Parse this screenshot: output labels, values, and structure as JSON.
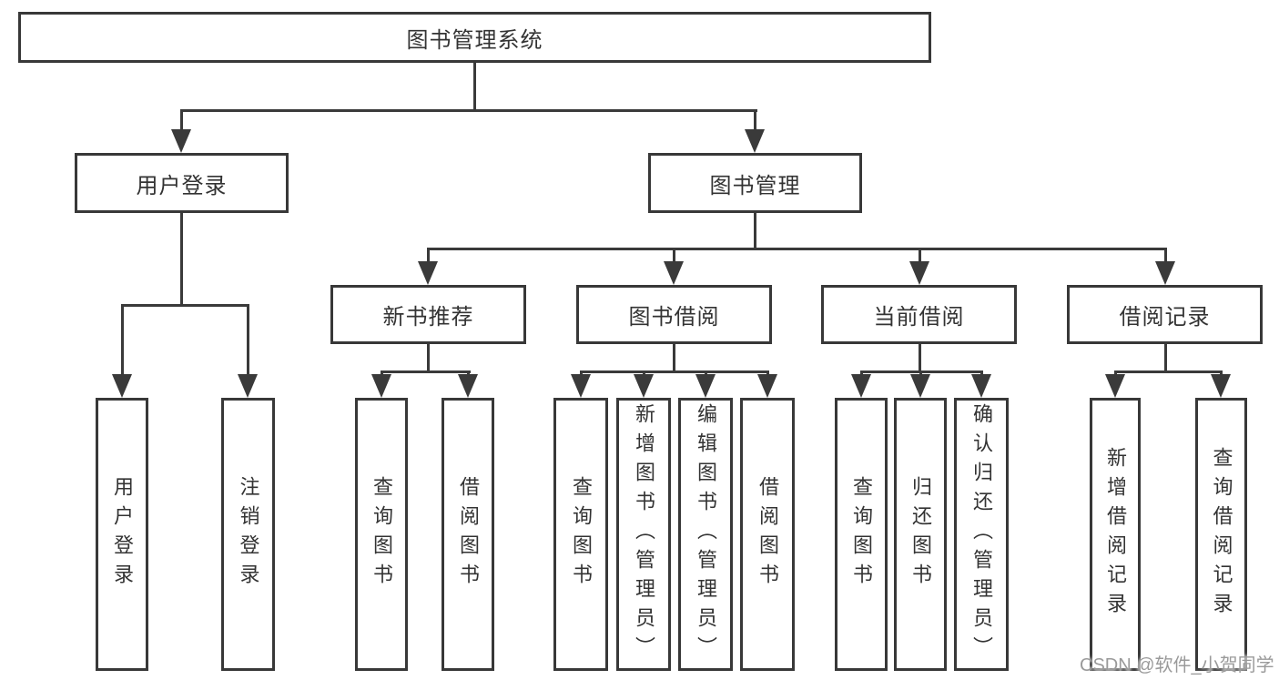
{
  "diagram": {
    "title": "图书管理系统",
    "branches": [
      {
        "label": "用户登录",
        "children": [
          {
            "label": "用户登录"
          },
          {
            "label": "注销登录"
          }
        ]
      },
      {
        "label": "图书管理",
        "children": [
          {
            "label": "新书推荐",
            "children": [
              {
                "label": "查询图书"
              },
              {
                "label": "借阅图书"
              }
            ]
          },
          {
            "label": "图书借阅",
            "children": [
              {
                "label": "查询图书"
              },
              {
                "label": "新增图书（管理员）"
              },
              {
                "label": "编辑图书（管理员）"
              },
              {
                "label": "借阅图书"
              }
            ]
          },
          {
            "label": "当前借阅",
            "children": [
              {
                "label": "查询图书"
              },
              {
                "label": "归还图书"
              },
              {
                "label": "确认归还（管理员）"
              }
            ]
          },
          {
            "label": "借阅记录",
            "children": [
              {
                "label": "新增借阅记录"
              },
              {
                "label": "查询借阅记录"
              }
            ]
          }
        ]
      }
    ]
  },
  "watermark": {
    "text": "CSDN @软件_小贺同学"
  },
  "colors": {
    "line": "#3a3a3a",
    "border": "#383838",
    "text": "#333333",
    "watermark": "#9a9a9a",
    "background": "#ffffff"
  }
}
